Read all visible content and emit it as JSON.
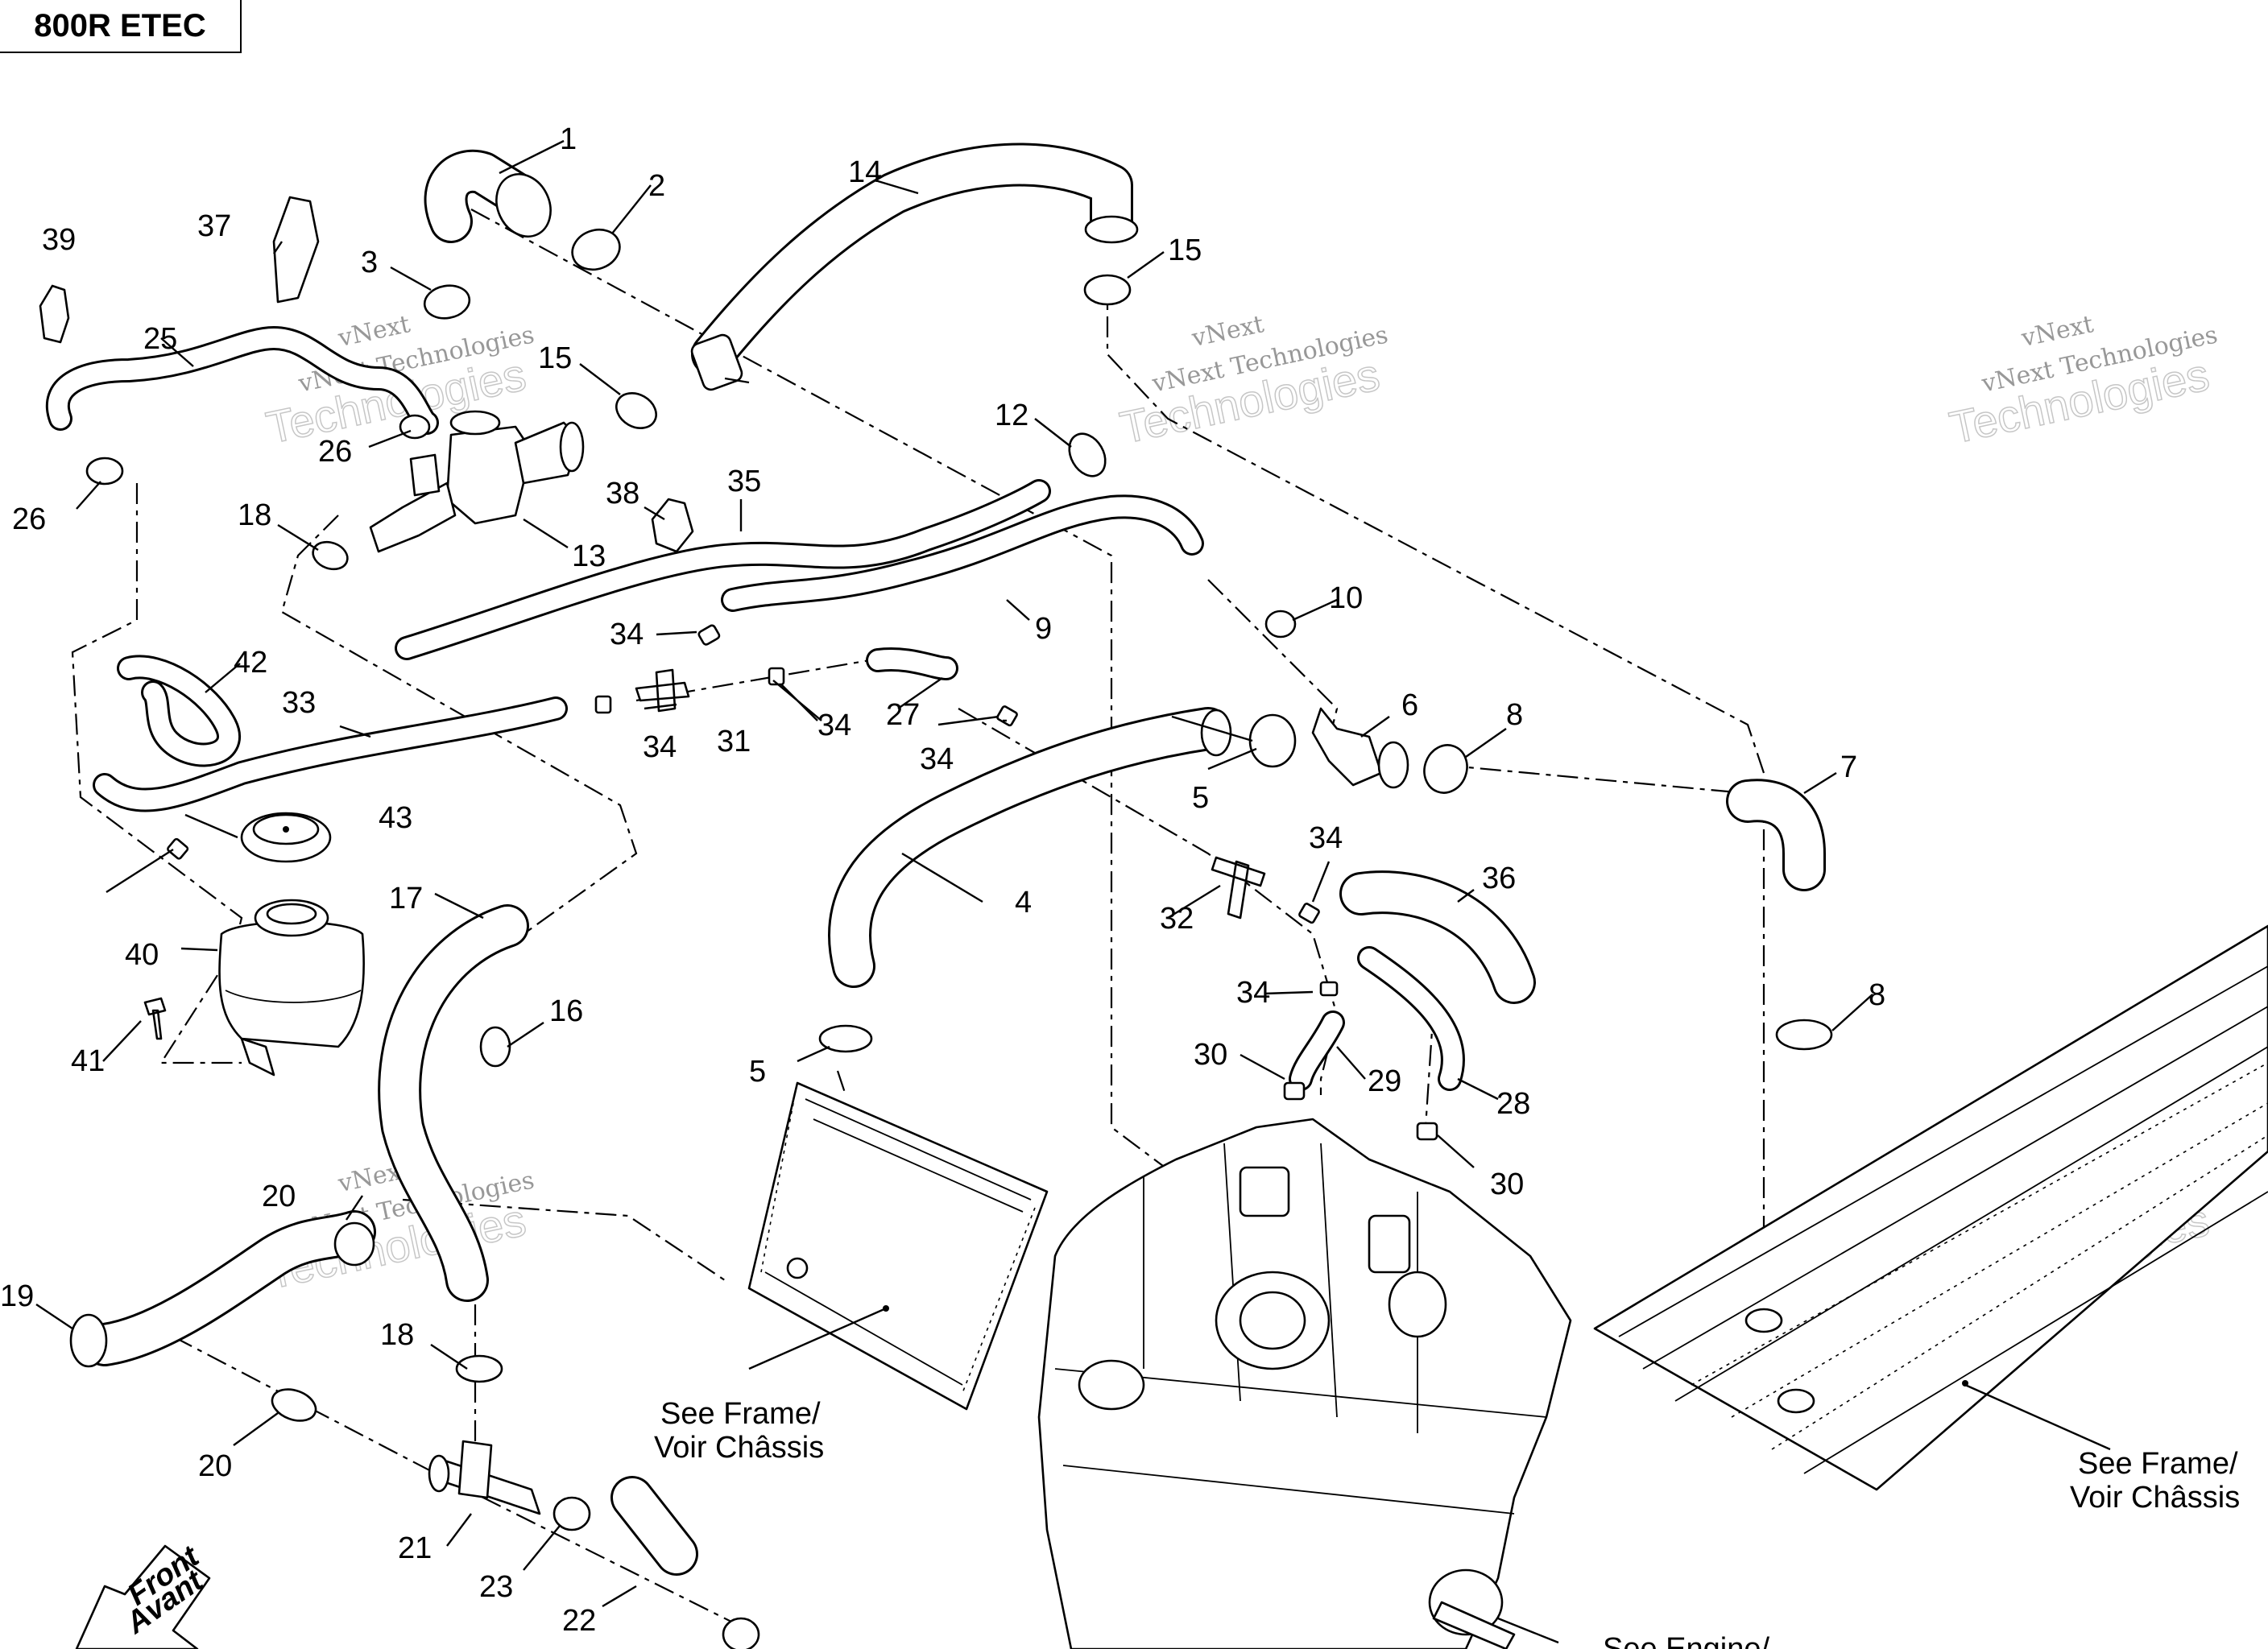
{
  "header": {
    "model_label": "800R ETEC"
  },
  "callouts": [
    "1",
    "2",
    "3",
    "4",
    "5",
    "5",
    "6",
    "7",
    "8",
    "8",
    "9",
    "10",
    "12",
    "13",
    "14",
    "15",
    "15",
    "16",
    "17",
    "18",
    "18",
    "19",
    "20",
    "20",
    "21",
    "22",
    "23",
    "25",
    "26",
    "26",
    "27",
    "28",
    "29",
    "30",
    "30",
    "31",
    "32",
    "33",
    "34",
    "34",
    "34",
    "34",
    "34",
    "34",
    "35",
    "36",
    "37",
    "38",
    "39",
    "40",
    "41",
    "42",
    "43"
  ],
  "notes": {
    "see_frame_1a": "See Frame/",
    "see_frame_1b": "Voir Châssis",
    "see_frame_2a": "See Frame/",
    "see_frame_2b": "Voir Châssis",
    "see_engine": "See Engine/"
  },
  "front_arrow": {
    "line1": "Front",
    "line2": "Avant"
  },
  "watermark": {
    "line1": "vNext",
    "line2": "vNext Technologies",
    "line3": "Technologies"
  }
}
